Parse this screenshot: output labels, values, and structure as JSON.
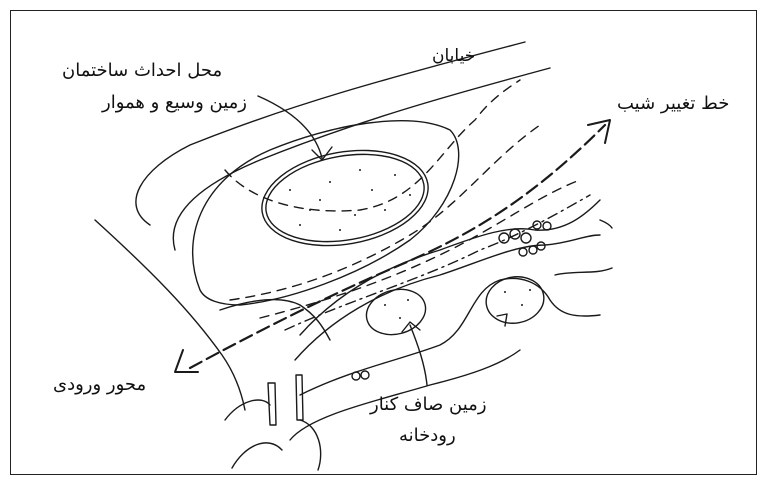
{
  "labels": {
    "street": "خیابان",
    "building_site_line1": "محل احداث ساختمان",
    "building_site_line2": "زمین وسیع و هموار",
    "slope_change_line": "خط تغییر شیب",
    "entrance_axis": "محور ورودی",
    "riverside_land_line1": "زمین صاف کنار",
    "riverside_land_line2": "رودخانه"
  },
  "colors": {
    "ink": "#1a1a1a",
    "background": "#ffffff"
  }
}
